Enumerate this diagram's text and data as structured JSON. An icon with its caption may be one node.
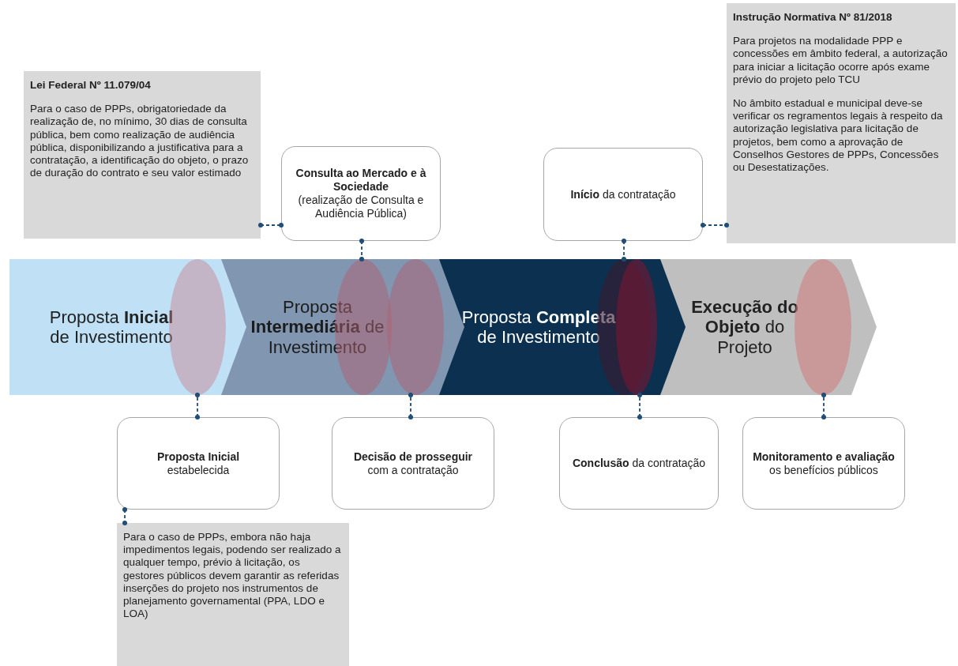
{
  "diagram": {
    "nodes": [
      {
        "text": [
          "Lei Federal Nº 11.079/04",
          "Para o caso de PPPs, obrigatoriedade da realização de, no mínimo, 30 dias de consulta pública, bem como realização de audiência pública, disponibilizando a justificativa para a contratação, a identificação do objeto, o prazo de duração do contrato e seu valor estimado"
        ]
      },
      {
        "text": [
          "Consulta ao Mercado e à Sociedade",
          "(realização de Consulta e Audiência Pública)"
        ]
      },
      {
        "text": [
          "**Início** da contratação"
        ]
      },
      {
        "text": [
          "Instrução Normativa Nº 81/2018",
          "Para projetos na modalidade PPP e concessões em âmbito federal, a autorização para iniciar a licitação ocorre após exame prévio do projeto pelo TCU",
          "No âmbito estadual e municipal deve-se verificar os regramentos legais à respeito da autorização legislativa para licitação de projetos, bem como a aprovação de Conselhos Gestores de PPPs, Concessões ou Desestatizações."
        ]
      },
      {
        "text": [
          "Proposta **Inicial** de Investimento"
        ]
      },
      {
        "text": [
          "Proposta **Intermediária** de Investimento"
        ]
      },
      {
        "text": [
          "Proposta **Completa** de Investimento"
        ]
      },
      {
        "text": [
          "**Execução do Objeto** do Projeto"
        ]
      },
      {
        "text": [
          "Proposta Inicial",
          "estabelecida"
        ]
      },
      {
        "text": [
          "Decisão de prosseguir",
          "com a contratação"
        ]
      },
      {
        "text": [
          "**Conclusão** da contratação"
        ]
      },
      {
        "text": [
          "Monitoramento e avaliação",
          "os benefícios públicos"
        ]
      },
      {
        "text": [
          "Para o caso de PPPs, embora não haja impedimentos legais, podendo ser realizado a qualquer tempo, prévio à licitação, os gestores públicos devem garantir as referidas inserções do projeto nos instrumentos de planejamento governamental (PPA, LDO e LOA)"
        ]
      }
    ],
    "edges": [
      {
        "from": 0,
        "to": 1,
        "arrow": "other",
        "style": "dashed"
      },
      {
        "from": 1,
        "to": 5,
        "arrow": "other",
        "style": "dashed"
      },
      {
        "from": 2,
        "to": 6,
        "arrow": "other",
        "style": "dashed"
      },
      {
        "from": 2,
        "to": 3,
        "arrow": "other",
        "style": "dashed"
      },
      {
        "from": 8,
        "to": 4,
        "arrow": "other",
        "style": "dashed"
      },
      {
        "from": 9,
        "to": 5,
        "arrow": "other",
        "style": "dashed"
      },
      {
        "from": 10,
        "to": 6,
        "arrow": "other",
        "style": "dashed"
      },
      {
        "from": 11,
        "to": 7,
        "arrow": "other",
        "style": "dashed"
      },
      {
        "from": 8,
        "to": 12,
        "arrow": "other",
        "style": "dashed"
      }
    ]
  }
}
